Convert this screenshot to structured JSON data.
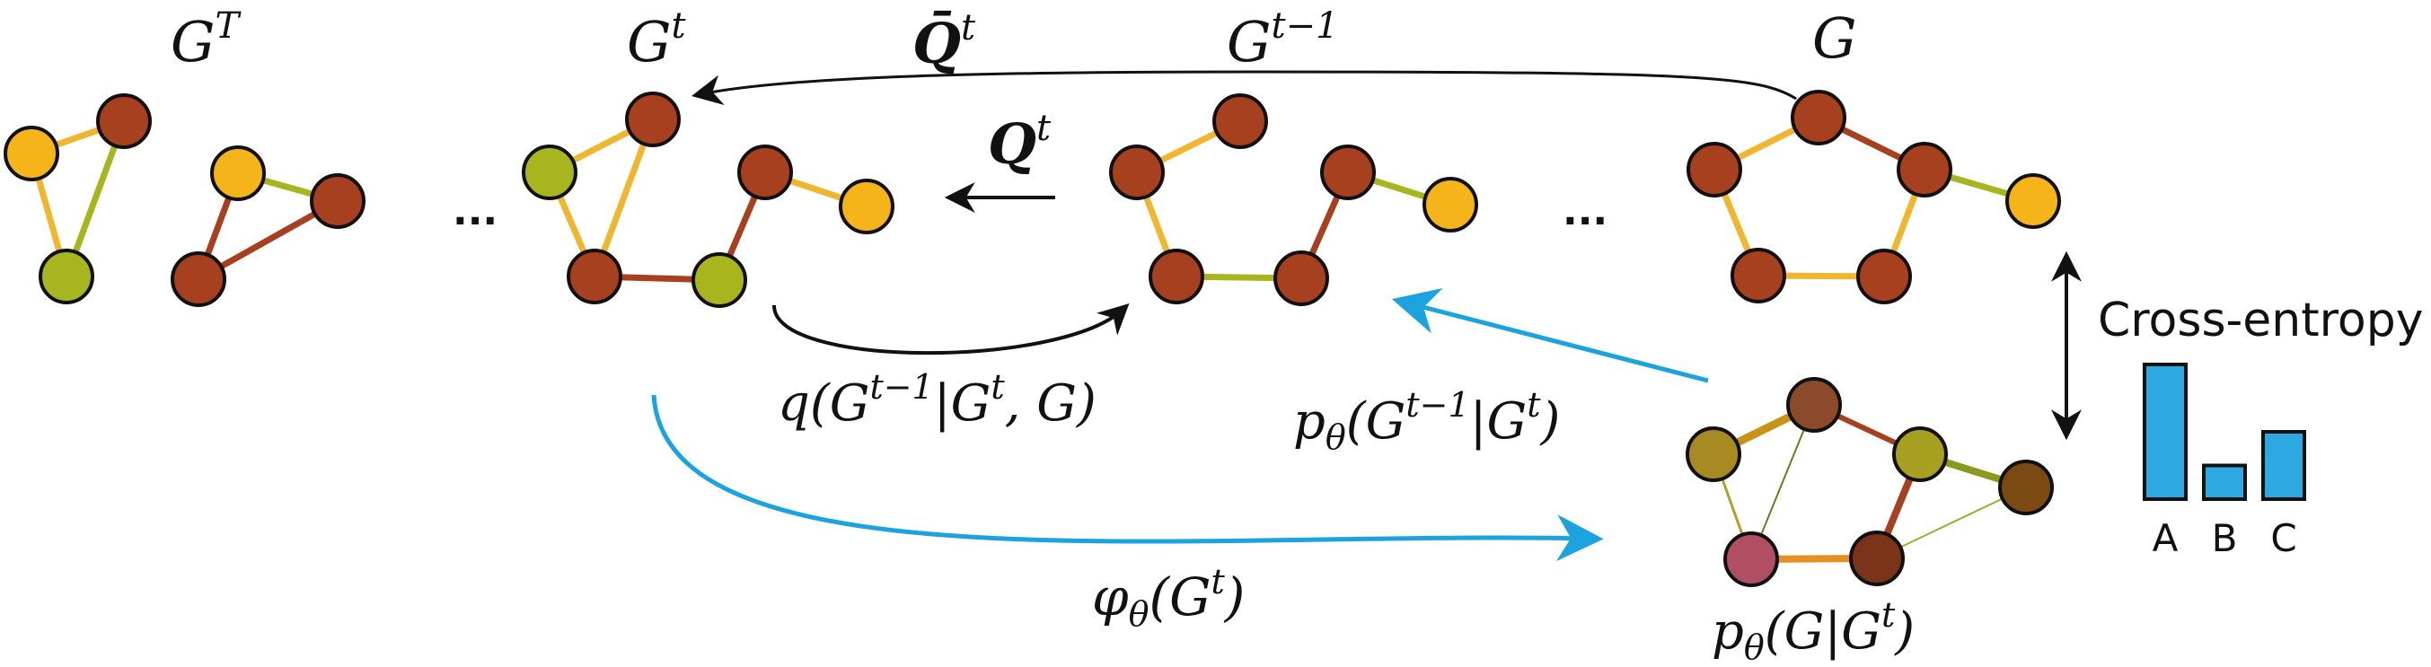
{
  "labels": {
    "g_T": "G",
    "g_T_sup": "T",
    "g_t": "G",
    "g_t_sup": "t",
    "q_bar": "Q̄",
    "q_bar_sup": "t",
    "g_t_minus_1": "G",
    "g_t_minus_1_sup": "t−1",
    "g": "G",
    "q": "Q",
    "q_sup": "t",
    "ellipsis_left": "...",
    "ellipsis_right": "...",
    "posterior_q": "q(G",
    "posterior_q_sup": "t−1",
    "posterior_q_rest": "|G",
    "posterior_q_sup2": "t",
    "posterior_q_end": ", G)",
    "p_theta_prev": "p",
    "p_theta_prev_sub": "θ",
    "p_theta_prev_args": "(G",
    "p_theta_prev_sup": "t−1",
    "p_theta_prev_mid": "|G",
    "p_theta_prev_sup2": "t",
    "p_theta_prev_end": ")",
    "phi": "φ",
    "phi_sub": "θ",
    "phi_args": "(G",
    "phi_sup": "t",
    "phi_end": ")",
    "p_theta_g": "p",
    "p_theta_g_sub": "θ",
    "p_theta_g_args": "(G|G",
    "p_theta_g_sup": "t",
    "p_theta_g_end": ")",
    "cross_entropy": "Cross-entropy"
  },
  "bar_chart": {
    "categories": [
      "A",
      "B",
      "C"
    ],
    "values": [
      1.0,
      0.25,
      0.5
    ]
  },
  "colors": {
    "node_brown": "#A6401E",
    "node_yellow": "#F4B41A",
    "node_green": "#A8B51E",
    "edge_yellow": "#F0B62E",
    "edge_brown": "#A6401E",
    "edge_green": "#A8B51E",
    "blue_arrow": "#1BA3E0",
    "bar_blue": "#2EA8E0",
    "pred_brown_light": "#8B4A2B",
    "pred_olive": "#A88A22",
    "pred_olive2": "#A8A020",
    "pred_dark_brown": "#7A4A12",
    "pred_pink": "#B04E62",
    "pred_dark_red": "#7A3418"
  }
}
